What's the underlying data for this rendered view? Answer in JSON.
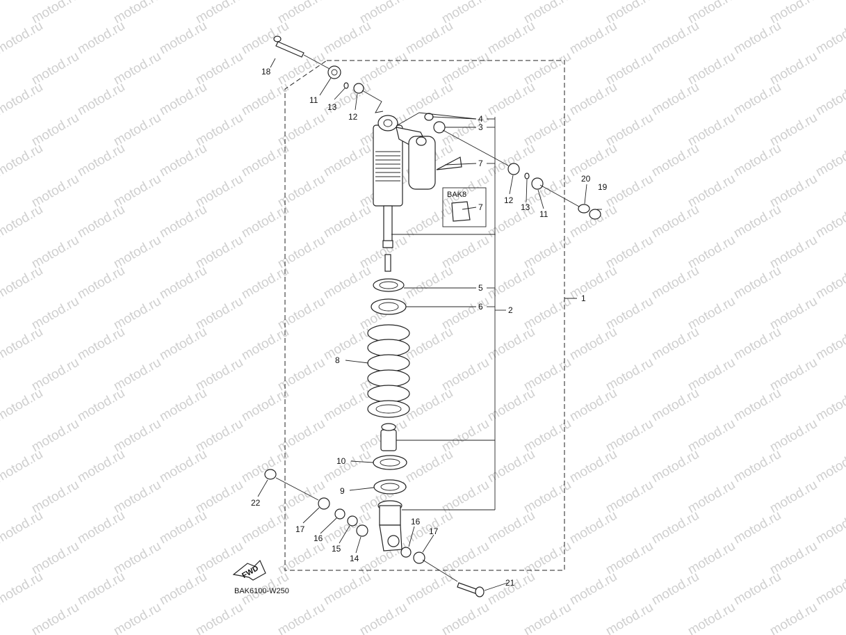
{
  "diagram": {
    "code_label": "BAK6100-W250",
    "inset_label": "BAK8",
    "fwd_label": "FWD",
    "watermark": "motod.ru",
    "callouts": {
      "c1": "1",
      "c2": "2",
      "c3": "3",
      "c4": "4",
      "c5": "5",
      "c6": "6",
      "c7a": "7",
      "c7b": "7",
      "c8": "8",
      "c9": "9",
      "c10": "10",
      "c11a": "11",
      "c11b": "11",
      "c12a": "12",
      "c12b": "12",
      "c13a": "13",
      "c13b": "13",
      "c14": "14",
      "c15": "15",
      "c16a": "16",
      "c16b": "16",
      "c17a": "17",
      "c17b": "17",
      "c18": "18",
      "c19": "19",
      "c20": "20",
      "c21": "21",
      "c22": "22"
    }
  }
}
